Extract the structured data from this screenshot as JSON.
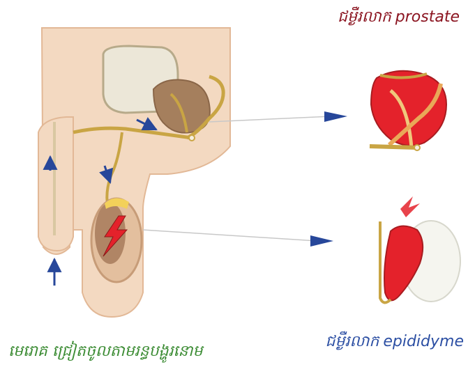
{
  "labels": {
    "prostate": {
      "khmer": "ជម្ងឺរលាក",
      "latin": "prostate"
    },
    "epididyme": {
      "khmer": "ជម្ងឺរលាក",
      "latin": "epididyme"
    },
    "caption": "មេរោគ ជ្រៀតចូលតាមរន្ធបង្ហូរនោម"
  },
  "colors": {
    "skin": "#f3d9c1",
    "skin_edge": "#e2b896",
    "duct": "#c9a544",
    "inflamed": "#e4222b",
    "gland_brown": "#a57f5d",
    "arrow_blue": "#27479a",
    "prostate_label": "#8b1420",
    "epididyme_label": "#2c4fa3",
    "caption": "#3c8c34"
  },
  "icons": [
    "lightning-bolt-icon",
    "flow-arrow-icon"
  ]
}
